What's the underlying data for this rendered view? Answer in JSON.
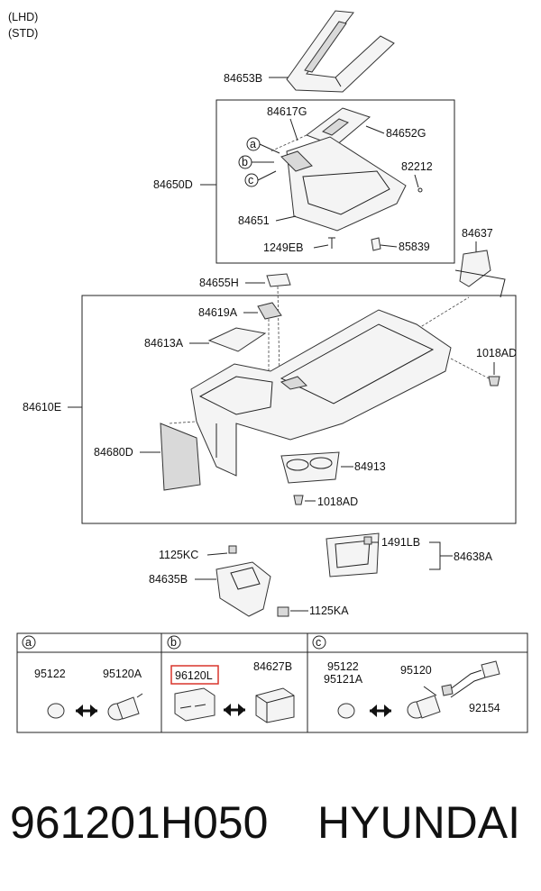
{
  "header": {
    "lhd": "(LHD)",
    "std": "(STD)"
  },
  "parts": {
    "p84653B": "84653B",
    "p84617G": "84617G",
    "p84652G": "84652G",
    "p82212": "82212",
    "p84650D": "84650D",
    "p84651": "84651",
    "p1249EB": "1249EB",
    "p85839": "85839",
    "p84637": "84637",
    "p84655H": "84655H",
    "p84619A": "84619A",
    "p84613A": "84613A",
    "p1018AD_top": "1018AD",
    "p84610E": "84610E",
    "p84680D": "84680D",
    "p84913": "84913",
    "p1018AD_bot": "1018AD",
    "p1125KC": "1125KC",
    "p1491LB": "1491LB",
    "p84638A": "84638A",
    "p84635B": "84635B",
    "p1125KA": "1125KA"
  },
  "callouts": {
    "a": "a",
    "b": "b",
    "c": "c"
  },
  "table": {
    "a": {
      "tag": "a",
      "left": "95122",
      "right": "95120A"
    },
    "b": {
      "tag": "b",
      "left": "96120L",
      "right": "84627B",
      "highlight_color": "#d9352c"
    },
    "c": {
      "tag": "c",
      "left1": "95122",
      "left2": "95121A",
      "mid": "95120",
      "right": "92154"
    }
  },
  "footer": {
    "part_number": "961201H050",
    "brand": "HYUNDAI"
  }
}
